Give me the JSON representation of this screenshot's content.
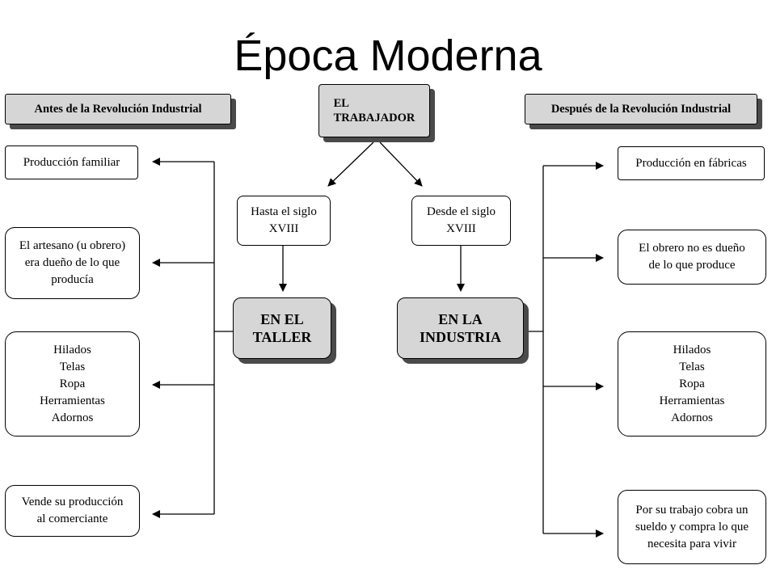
{
  "slide": {
    "title": "Época Moderna"
  },
  "diagram": {
    "root": "EL\nTRABAJADOR",
    "header_left": "Antes de la Revolución Industrial",
    "header_right": "Después de la Revolución Industrial",
    "period_left": "Hasta el siglo\nXVIII",
    "period_right": "Desde el siglo\nXVIII",
    "place_left": "EN EL\nTALLER",
    "place_right": "EN LA\nINDUSTRIA",
    "left_items": [
      "Producción familiar",
      "El artesano (u obrero)\nera dueño de lo que\nproducía",
      "Hilados\nTelas\nRopa\nHerramientas\nAdornos",
      "Vende su producción\nal comerciante"
    ],
    "right_items": [
      "Producción en fábricas",
      "El obrero no es dueño\nde lo que produce",
      "Hilados\nTelas\nRopa\nHerramientas\nAdornos",
      "Por su trabajo cobra un\nsueldo y compra lo que\nnecesita para vivir"
    ]
  }
}
